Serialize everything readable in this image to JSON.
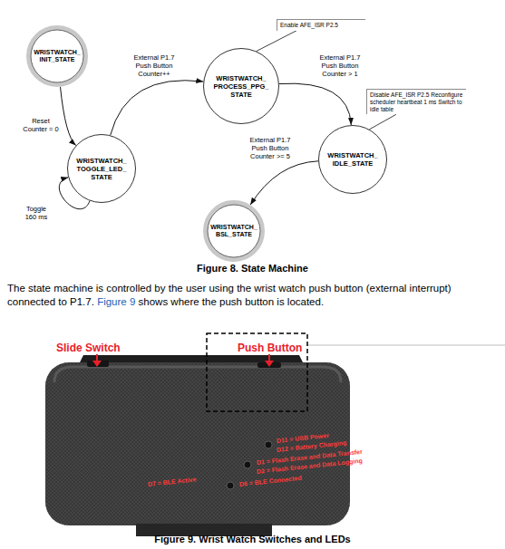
{
  "diagram": {
    "caption": "Figure 8. State Machine",
    "nodes": [
      {
        "text": [
          "WRISTWATCH_ INIT_STATE"
        ]
      },
      {
        "text": [
          "WRISTWATCH_ TOGGLE_LED_ STATE"
        ]
      },
      {
        "text": [
          "Enable AFE_ISR P2.5"
        ]
      },
      {
        "text": [
          "WRISTWATCH_ PROCESS_PPG_ STATE"
        ]
      },
      {
        "text": [
          "Disable AFE_ISR P2.5 Reconfigure scheduler heartbeat 1 ms Switch to idle table"
        ]
      },
      {
        "text": [
          "WRISTWATCH_ IDLE_STATE"
        ]
      },
      {
        "text": [
          "WRISTWATCH_ BSL_STATE"
        ]
      }
    ],
    "edges": [
      {
        "from": 0,
        "to": 1,
        "arrow": "to",
        "label": "Reset Counter = 0"
      },
      {
        "from": 1,
        "to": 1,
        "arrow": "to",
        "label": "Toggle 160 ms"
      },
      {
        "from": 1,
        "to": 3,
        "arrow": "to",
        "label": "External P1.7 Push Button Counter++"
      },
      {
        "from": 3,
        "to": 5,
        "arrow": "to",
        "label": "External P1.7 Push Button Counter > 1"
      },
      {
        "from": 5,
        "to": 6,
        "arrow": "to",
        "label": "External P1.7 Push Button Counter >= 5"
      },
      {
        "from": 2,
        "to": 3,
        "arrow": "none"
      },
      {
        "from": 4,
        "to": 5,
        "arrow": "none"
      }
    ],
    "labels": [
      "The state machine is controlled by the user using the wrist watch push button (external interrupt) connected to P1.7.",
      "Figure 9",
      "shows where the push button is located.",
      "Slide Switch",
      "Push Button",
      "D11 = USB Power",
      "D12 = Battery Charging",
      "D1 = Flash Erase and Data Transfer",
      "D2 = Flash Erase and Data Logging",
      "D7 = BLE Active",
      "D6 = BLE Connected",
      "Figure 9. Wrist Watch Switches and LEDs"
    ]
  }
}
